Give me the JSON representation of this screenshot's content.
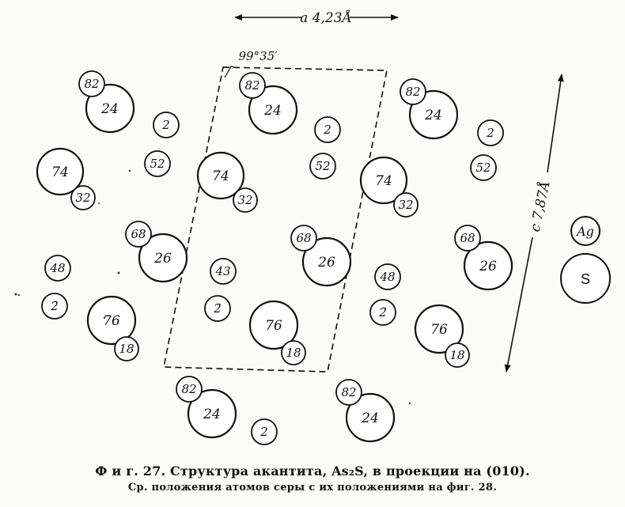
{
  "axes": {
    "a_label": "a 4,23Å",
    "c_label": "c 7,87Å",
    "angle_label": "99°35′"
  },
  "legend": {
    "small_atom": "Ag",
    "large_atom": "S"
  },
  "atoms": [
    {
      "label": "82",
      "kind": "Ag"
    },
    {
      "label": "24",
      "kind": "S"
    },
    {
      "label": "82",
      "kind": "Ag"
    },
    {
      "label": "24",
      "kind": "S"
    },
    {
      "label": "82",
      "kind": "Ag"
    },
    {
      "label": "24",
      "kind": "S"
    },
    {
      "label": "2",
      "kind": "Ag"
    },
    {
      "label": "2",
      "kind": "Ag"
    },
    {
      "label": "2",
      "kind": "Ag"
    },
    {
      "label": "52",
      "kind": "Ag"
    },
    {
      "label": "52",
      "kind": "Ag"
    },
    {
      "label": "52",
      "kind": "Ag"
    },
    {
      "label": "74",
      "kind": "S"
    },
    {
      "label": "32",
      "kind": "Ag"
    },
    {
      "label": "74",
      "kind": "S"
    },
    {
      "label": "32",
      "kind": "Ag"
    },
    {
      "label": "74",
      "kind": "S"
    },
    {
      "label": "32",
      "kind": "Ag"
    },
    {
      "label": "68",
      "kind": "Ag"
    },
    {
      "label": "26",
      "kind": "S"
    },
    {
      "label": "68",
      "kind": "Ag"
    },
    {
      "label": "26",
      "kind": "S"
    },
    {
      "label": "68",
      "kind": "Ag"
    },
    {
      "label": "26",
      "kind": "S"
    },
    {
      "label": "48",
      "kind": "Ag"
    },
    {
      "label": "43",
      "kind": "Ag"
    },
    {
      "label": "48",
      "kind": "Ag"
    },
    {
      "label": "2̄",
      "kind": "Ag"
    },
    {
      "label": "2̄",
      "kind": "Ag"
    },
    {
      "label": "2̄",
      "kind": "Ag"
    },
    {
      "label": "76",
      "kind": "S"
    },
    {
      "label": "18",
      "kind": "Ag"
    },
    {
      "label": "76",
      "kind": "S"
    },
    {
      "label": "18",
      "kind": "Ag"
    },
    {
      "label": "76",
      "kind": "S"
    },
    {
      "label": "18",
      "kind": "Ag"
    },
    {
      "label": "82",
      "kind": "Ag"
    },
    {
      "label": "24",
      "kind": "S"
    },
    {
      "label": "82",
      "kind": "Ag"
    },
    {
      "label": "24",
      "kind": "S"
    },
    {
      "label": "2",
      "kind": "Ag"
    }
  ],
  "caption": {
    "main": "Ф и г. 27. Структура акантита, As₂S, в проекции на (010).",
    "note": "Ср. положения атомов серы с их положениями на фиг. 28."
  }
}
